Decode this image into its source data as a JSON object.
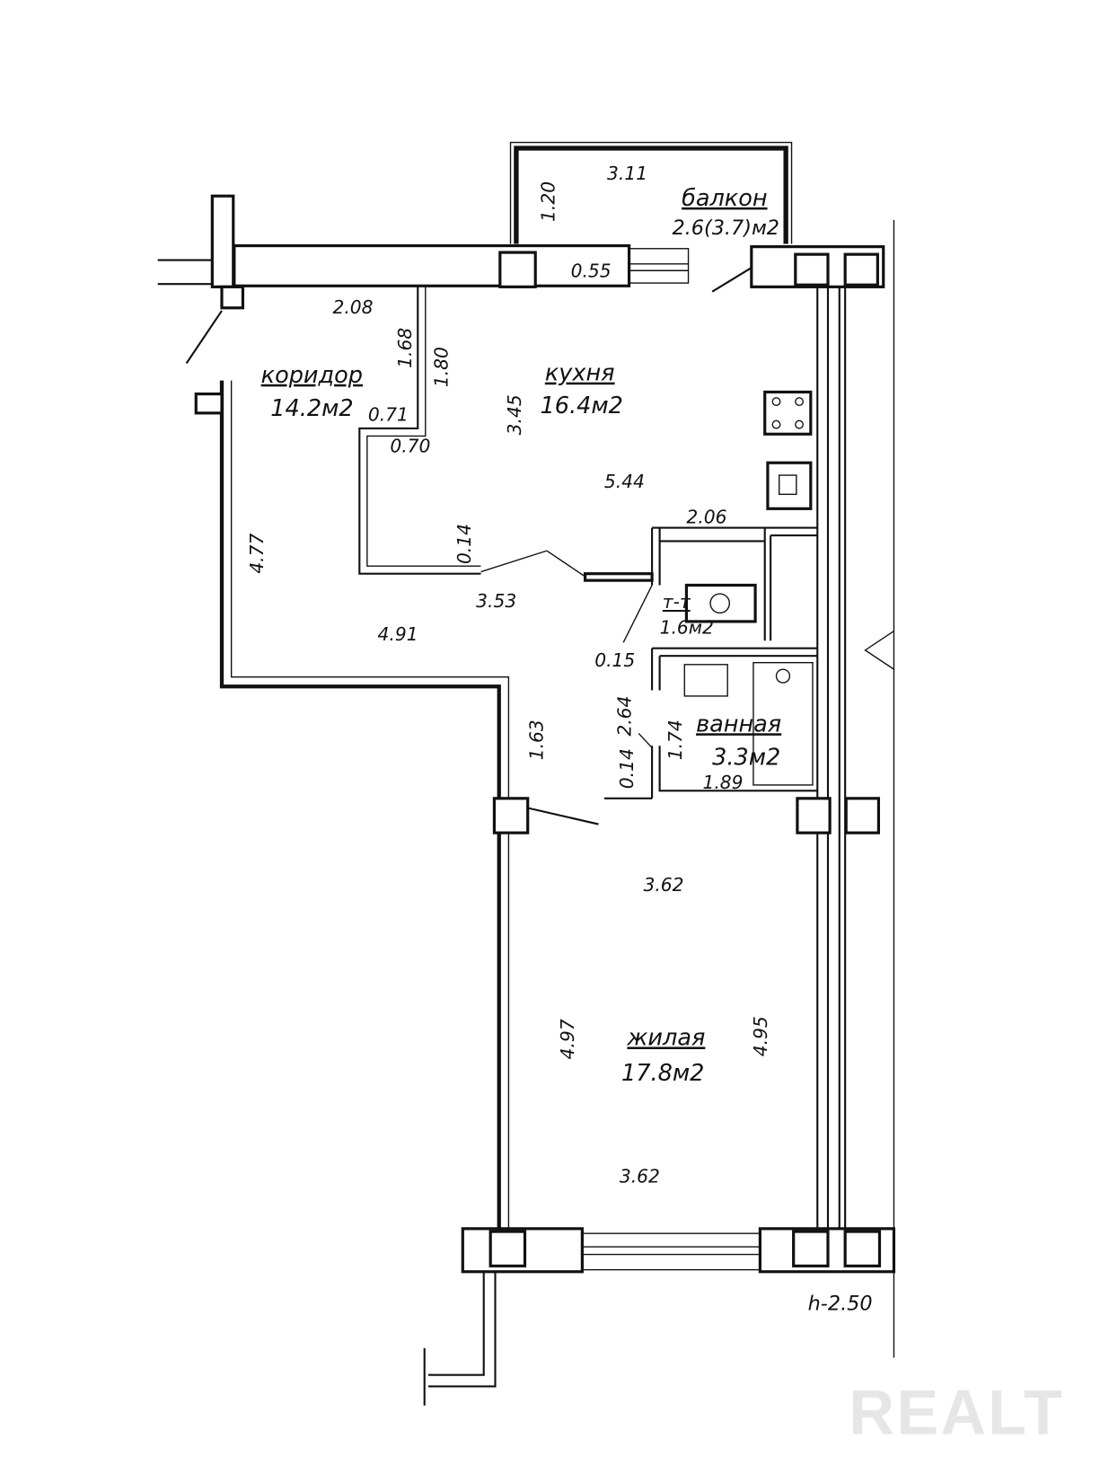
{
  "rooms": {
    "balcony": {
      "name": "балкон",
      "area": "2.6(3.7)м2"
    },
    "corridor": {
      "name": "коридор",
      "area": "14.2м2"
    },
    "kitchen": {
      "name": "кухня",
      "area": "16.4м2"
    },
    "toilet": {
      "name": "т-т",
      "area": "1.6м2"
    },
    "bathroom": {
      "name": "ванная",
      "area": "3.3м2"
    },
    "living": {
      "name": "жилая",
      "area": "17.8м2"
    }
  },
  "dimensions": {
    "balcony_width": "3.11",
    "balcony_depth": "1.20",
    "wall_055": "0.55",
    "corr_208": "2.08",
    "corr_168": "1.68",
    "corr_180": "1.80",
    "corr_071": "0.71",
    "corr_070": "0.70",
    "kitchen_345": "3.45",
    "kitchen_544": "5.44",
    "corr_477": "4.77",
    "corr_014": "0.14",
    "corr_353": "3.53",
    "corr_491": "4.91",
    "wc_206": "2.06",
    "wc_015": "0.15",
    "bath_264": "2.64",
    "bath_174": "1.74",
    "bath_014": "0.14",
    "bath_189": "1.89",
    "corr_163": "1.63",
    "living_top": "3.62",
    "living_left": "4.97",
    "living_right": "4.95",
    "living_bottom": "3.62"
  },
  "ceiling_height": "h-2.50",
  "watermark": "REALT"
}
